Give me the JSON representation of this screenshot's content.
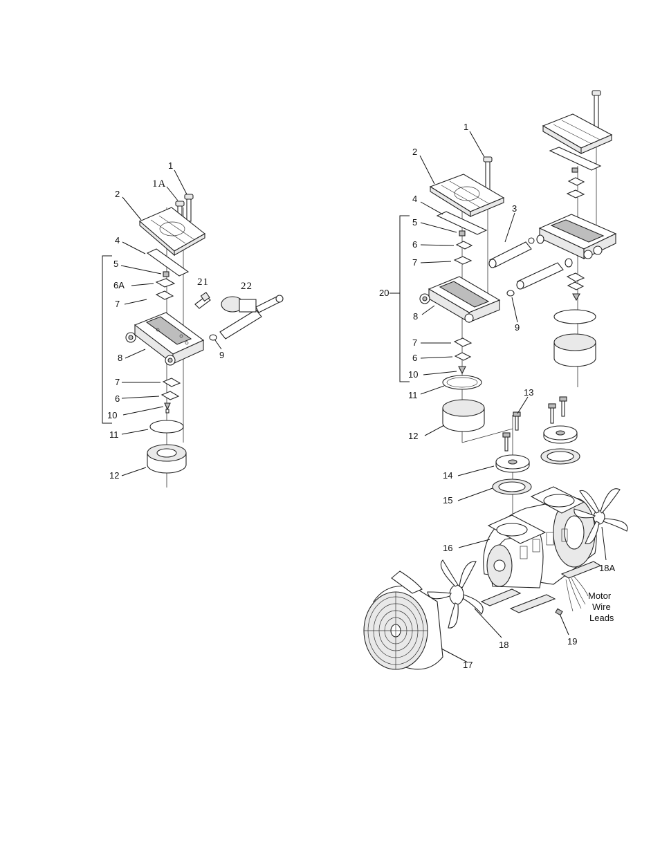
{
  "left_diagram": {
    "callouts": {
      "c1": "1",
      "c1a": "1A",
      "c2": "2",
      "c4": "4",
      "c5": "5",
      "c6a": "6A",
      "c7a": "7",
      "c21": "21",
      "c22": "22",
      "c8": "8",
      "c9": "9",
      "c7b": "7",
      "c6": "6",
      "c10": "10",
      "c11": "11",
      "c12": "12"
    }
  },
  "right_diagram": {
    "callouts": {
      "c1": "1",
      "c2": "2",
      "c3": "3",
      "c4": "4",
      "c5": "5",
      "c6a": "6",
      "c7a": "7",
      "c20": "20",
      "c8": "8",
      "c9": "9",
      "c7b": "7",
      "c6b": "6",
      "c10": "10",
      "c11": "11",
      "c12": "12",
      "c13": "13",
      "c14": "14",
      "c15": "15",
      "c16": "16",
      "c18a": "18A",
      "c18": "18",
      "c17": "17",
      "c19": "19"
    },
    "motor_label": [
      "Motor",
      "Wire",
      "Leads"
    ]
  }
}
